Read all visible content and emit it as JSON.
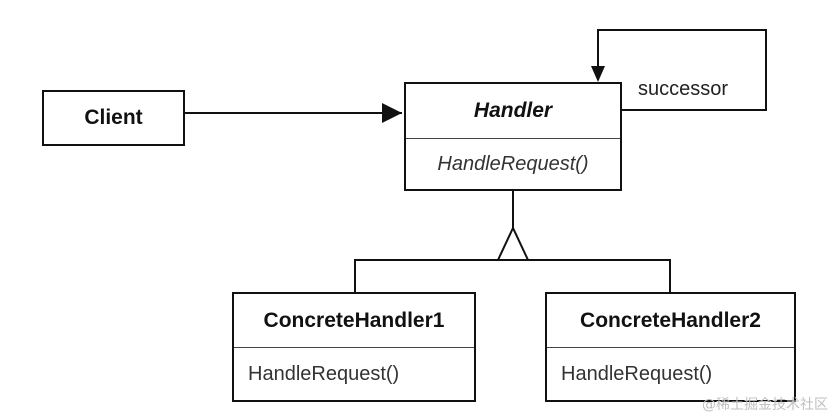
{
  "diagram": {
    "client": {
      "name": "Client"
    },
    "handler": {
      "name": "Handler",
      "operation": "HandleRequest()"
    },
    "successor_label": "successor",
    "concrete_handlers": [
      {
        "name": "ConcreteHandler1",
        "operation": "HandleRequest()"
      },
      {
        "name": "ConcreteHandler2",
        "operation": "HandleRequest()"
      }
    ]
  },
  "watermark": "@稀土掘金技术社区"
}
